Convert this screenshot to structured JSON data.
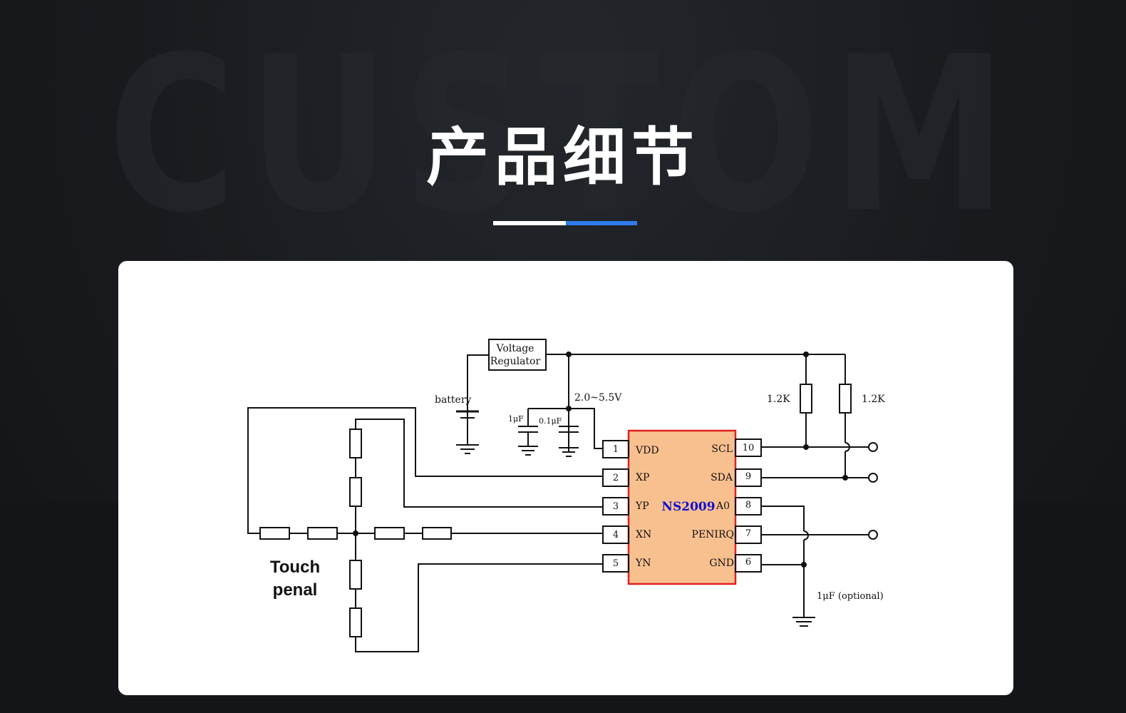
{
  "header": {
    "title": "产品细节",
    "bg_word": "CUSTOM",
    "bar_colors": {
      "left": "#ffffff",
      "right": "#2f7bea"
    }
  },
  "schematic": {
    "chip": {
      "name": "NS2009",
      "fill": "#f9c08f",
      "border": "#e02020",
      "name_color": "#1010d0",
      "left_pins": [
        {
          "num": "1",
          "label": "VDD"
        },
        {
          "num": "2",
          "label": "XP"
        },
        {
          "num": "3",
          "label": "YP"
        },
        {
          "num": "4",
          "label": "XN"
        },
        {
          "num": "5",
          "label": "YN"
        }
      ],
      "right_pins": [
        {
          "num": "10",
          "label": "SCL"
        },
        {
          "num": "9",
          "label": "SDA"
        },
        {
          "num": "8",
          "label": "A0"
        },
        {
          "num": "7",
          "label": "PENIRQ"
        },
        {
          "num": "6",
          "label": "GND"
        }
      ]
    },
    "regulator_line1": "Voltage",
    "regulator_line2": "Regulator",
    "battery": "battery",
    "supply": "2.0~5.5V",
    "cap_1": "1μF",
    "cap_2": "0.1μF",
    "r1": "1.2K",
    "r2": "1.2K",
    "cap_optional": "1μF (optional)",
    "touch_line1": "Touch",
    "touch_line2": "penal"
  }
}
